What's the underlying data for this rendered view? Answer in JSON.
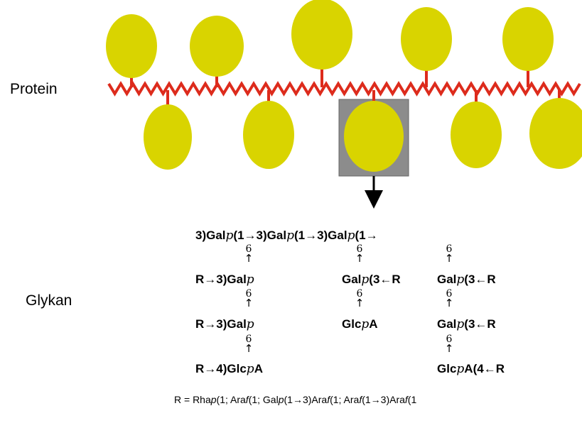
{
  "labels": {
    "protein": "Protein",
    "glycan": "Glykan"
  },
  "colors": {
    "backbone": "#dd2b1c",
    "glycan_blob": "#d9d400",
    "highlight_box": "#8c8c8c",
    "arrow": "#000000"
  },
  "structure": {
    "row1": {
      "a": "3)Gal",
      "b": "(1→3)Gal",
      "c": "(1→3)Gal",
      "d": "(1→",
      "ring": "p"
    },
    "links": {
      "six": "6",
      "up": "↑"
    },
    "col1": {
      "r2": "R→3)Gal",
      "r3": "R→3)Gal",
      "r4a": "R→4)Glc",
      "r4b": "A"
    },
    "col2": {
      "r2b": "(3←R",
      "r3b": "A",
      "gal": "Gal",
      "glc": "Glc"
    },
    "col3": {
      "r2b": "(3←R",
      "r3b": "(3←R",
      "r4b": "A(4←R",
      "gal": "Gal",
      "glc": "Glc"
    }
  },
  "legend": {
    "p1": "R = Rha",
    "p2": "p",
    "p3": "(1; Ara",
    "p4": "f",
    "p5": "(1; Gal",
    "p6": "p",
    "p7": "(1→3)Ara",
    "p8": "f",
    "p9": "(1; Ara",
    "p10": "f",
    "p11": "(1→3)Ara",
    "p12": "f",
    "p13": "(1"
  }
}
